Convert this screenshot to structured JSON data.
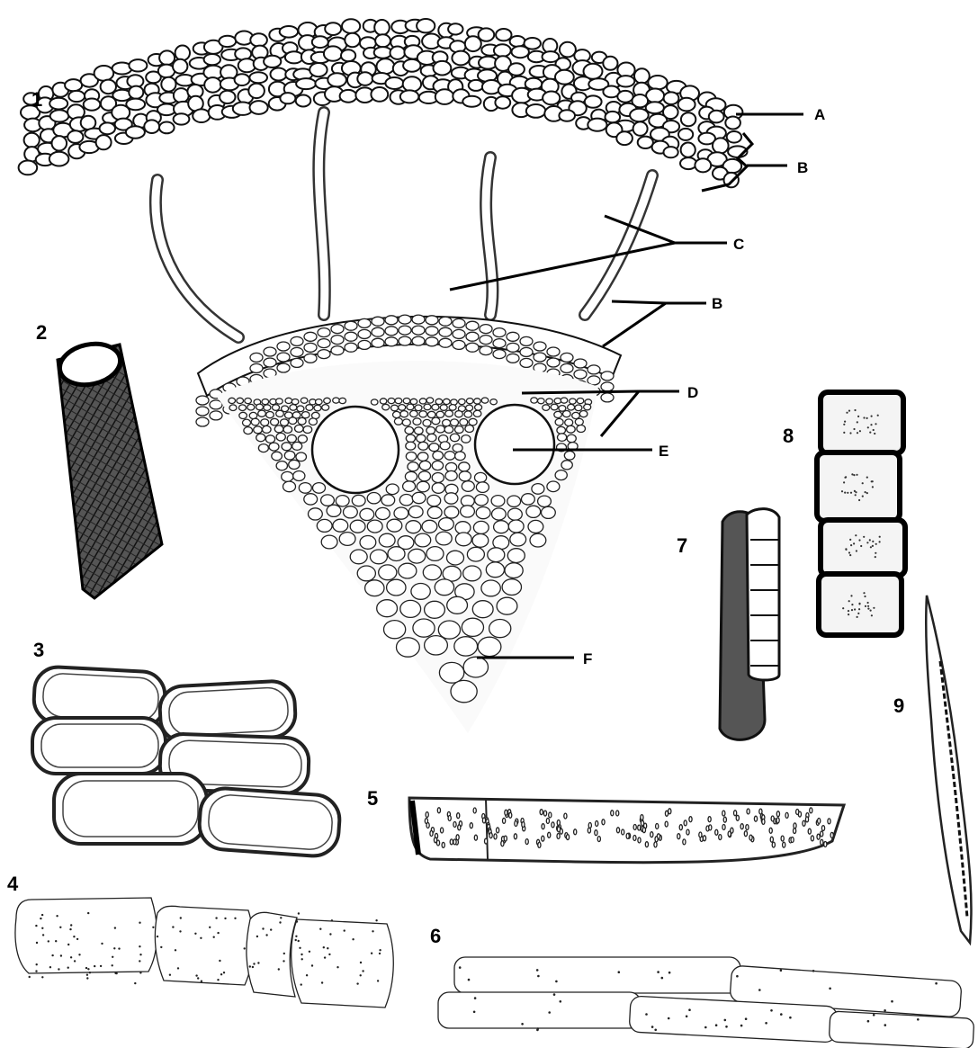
{
  "figure_numbers": [
    "1",
    "2",
    "3",
    "4",
    "5",
    "6",
    "7",
    "8",
    "9"
  ],
  "labels": {
    "A": "A",
    "B_upper": "B",
    "C": "C",
    "B_lower": "B",
    "D": "D",
    "E": "E",
    "F": "F"
  },
  "colors": {
    "ink": "#000000",
    "paper": "#ffffff",
    "stipple": "#333333"
  }
}
